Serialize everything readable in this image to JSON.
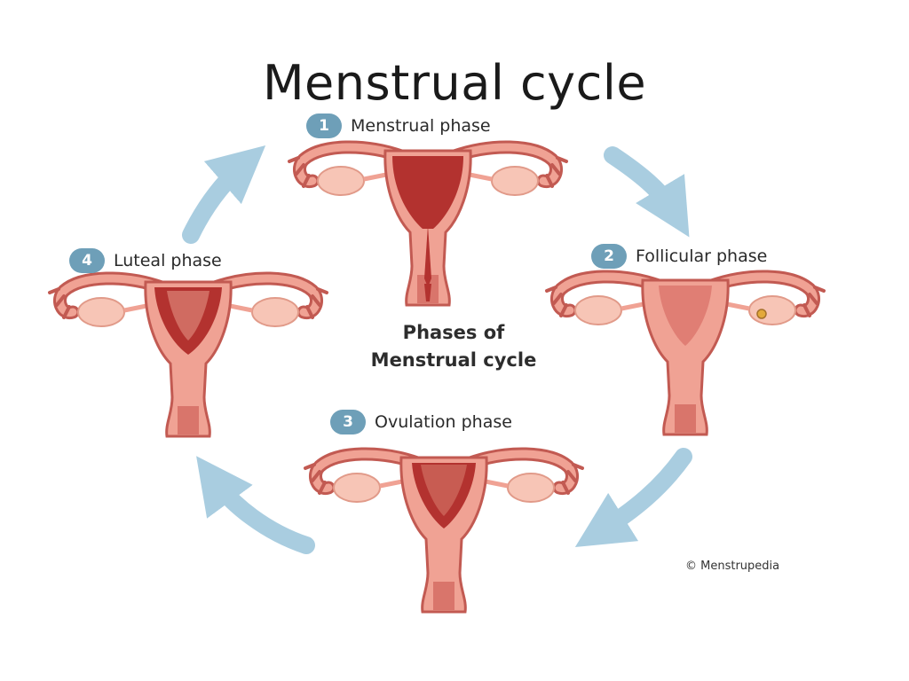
{
  "slide": {
    "title": "Menstrual cycle"
  },
  "diagram": {
    "center_title_line1": "Phases of",
    "center_title_line2": "Menstrual cycle",
    "credit": "© Menstrupedia",
    "phases": [
      {
        "number": "1",
        "label": "Menstrual phase"
      },
      {
        "number": "2",
        "label": "Follicular phase"
      },
      {
        "number": "3",
        "label": "Ovulation phase"
      },
      {
        "number": "4",
        "label": "Luteal phase"
      }
    ]
  },
  "colors": {
    "badge": "#6e9fb8",
    "arrow": "#a9cde0",
    "uterus_fill": "#f0a294",
    "uterus_outline": "#c25a52",
    "lining": "#b3322f",
    "ovary": "#f7c5b6"
  },
  "icons": [
    "cycle-arrow-icon",
    "uterus-icon"
  ]
}
